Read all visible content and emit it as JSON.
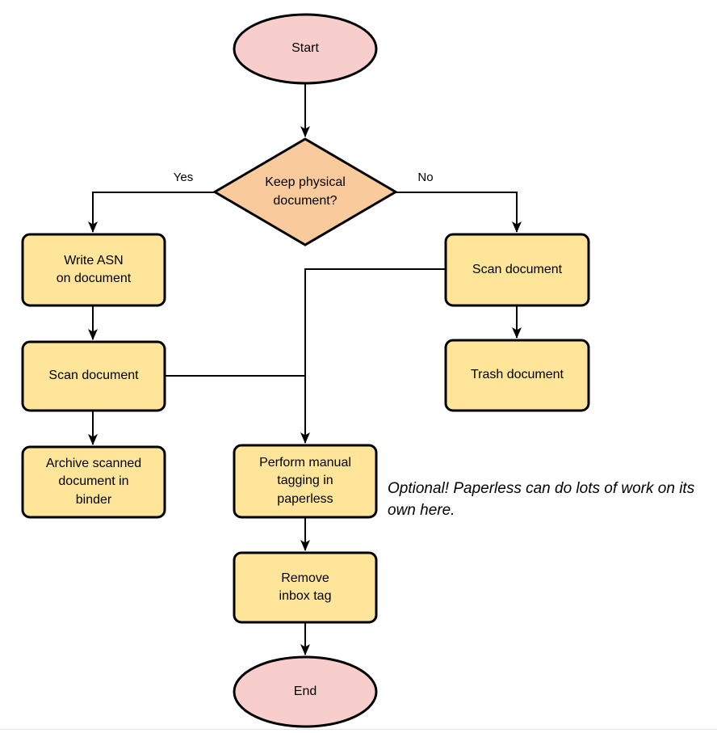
{
  "colors": {
    "terminator-fill": "#f8cecc",
    "decision-fill": "#f9cb9c",
    "process-fill": "#ffe599",
    "stroke": "#000000",
    "background": "#ffffff",
    "bottom-edge": "#e4e4e4"
  },
  "nodes": {
    "start": {
      "label": "Start",
      "type": "terminator"
    },
    "decision": {
      "label": "Keep physical\ndocument?",
      "type": "decision"
    },
    "write_asn": {
      "label": "Write ASN\non document",
      "type": "process"
    },
    "scan_left": {
      "label": "Scan document",
      "type": "process"
    },
    "archive": {
      "label": "Archive scanned\ndocument in\nbinder",
      "type": "process"
    },
    "scan_right": {
      "label": "Scan document",
      "type": "process"
    },
    "trash": {
      "label": "Trash document",
      "type": "process"
    },
    "tagging": {
      "label": "Perform manual\ntagging in\npaperless",
      "type": "process"
    },
    "remove_inbox": {
      "label": "Remove\ninbox tag",
      "type": "process"
    },
    "end": {
      "label": "End",
      "type": "terminator"
    }
  },
  "edge_labels": {
    "yes": "Yes",
    "no": "No"
  },
  "annotation": "Optional! Paperless can do lots of work on its own here."
}
